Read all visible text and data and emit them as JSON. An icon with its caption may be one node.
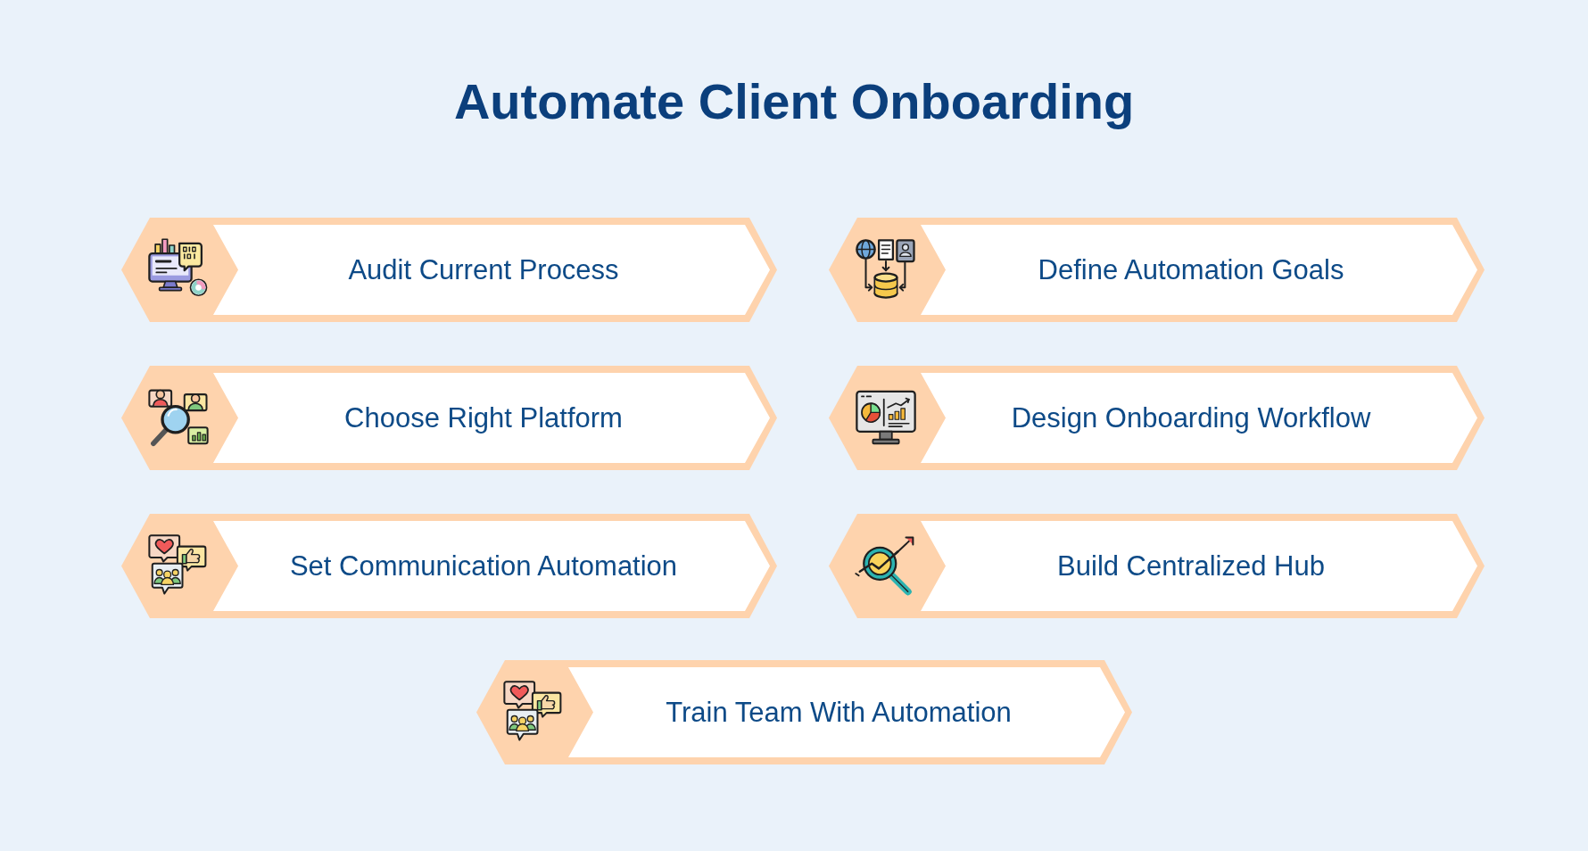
{
  "diagram": {
    "title": "Automate Client Onboarding",
    "nodes": [
      {
        "text": [
          "Audit Current Process"
        ]
      },
      {
        "text": [
          "Define Automation Goals"
        ]
      },
      {
        "text": [
          "Choose Right Platform"
        ]
      },
      {
        "text": [
          "Design Onboarding Workflow"
        ]
      },
      {
        "text": [
          "Set Communication Automation"
        ]
      },
      {
        "text": [
          "Build Centralized Hub"
        ]
      },
      {
        "text": [
          "Train Team With Automation"
        ]
      }
    ]
  }
}
